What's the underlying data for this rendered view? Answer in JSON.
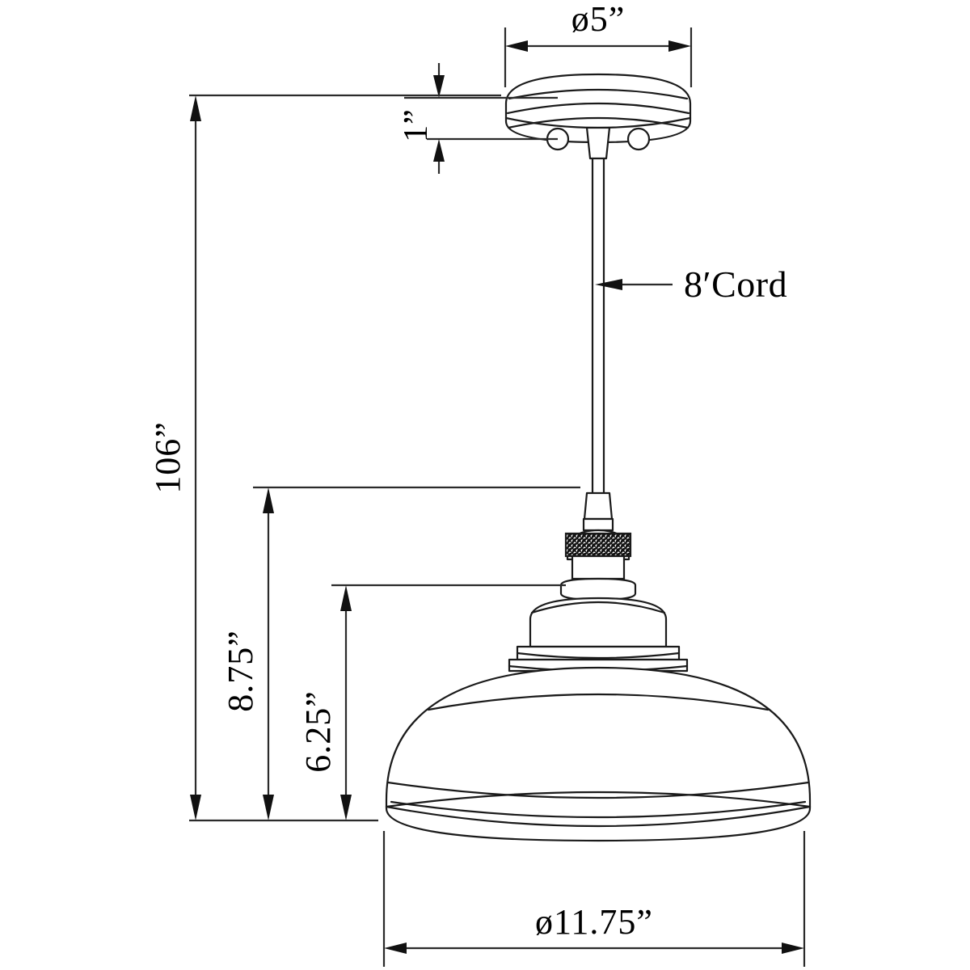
{
  "drawing": {
    "title": "Pendant Light Dimensioned Technical Drawing",
    "units": "inches",
    "background_color": "#ffffff",
    "line_color": "#1a1a1a",
    "dimension_color": "#2b2b2b"
  },
  "dimensions": {
    "canopy_diameter": {
      "label": "ø5”",
      "value": 5,
      "unit": "in",
      "type": "diameter",
      "orientation": "horizontal"
    },
    "canopy_height": {
      "label": "1”",
      "value": 1,
      "unit": "in",
      "type": "linear",
      "orientation": "vertical"
    },
    "overall_drop": {
      "label": "106”",
      "value": 106,
      "unit": "in",
      "type": "linear",
      "orientation": "vertical"
    },
    "shade_assembly_height": {
      "label": "8.75”",
      "value": 8.75,
      "unit": "in",
      "type": "linear",
      "orientation": "vertical"
    },
    "shade_height": {
      "label": "6.25”",
      "value": 6.25,
      "unit": "in",
      "type": "linear",
      "orientation": "vertical"
    },
    "shade_diameter": {
      "label": "ø11.75”",
      "value": 11.75,
      "unit": "in",
      "type": "diameter",
      "orientation": "horizontal"
    }
  },
  "annotations": {
    "cord": {
      "label": "8′Cord",
      "value": 8,
      "unit": "ft",
      "target": "hanging-cord"
    }
  },
  "parts": {
    "canopy": "ceiling-canopy",
    "strain_relief": "cord-strain-relief",
    "screws": "canopy-screws",
    "cord": "hanging-cord",
    "socket": "lamp-socket",
    "knurled_band": "socket-knurled-band",
    "shade_neck": "shade-neck",
    "shade": "dome-shade",
    "shade_rim": "shade-rim"
  }
}
